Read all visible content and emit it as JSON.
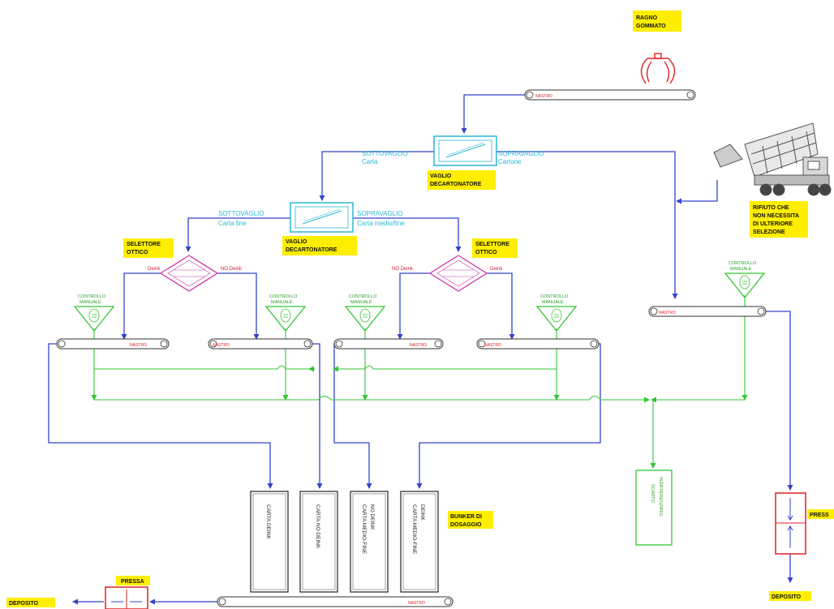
{
  "labels": {
    "ragno": [
      "RAGNO",
      "GOMMATO"
    ],
    "vaglio1": [
      "VAGLIO",
      "DECARTONATORE"
    ],
    "vaglio2": [
      "VAGLIO",
      "DECARTONATORE"
    ],
    "rifiuto": [
      "RIFIUTO CHE",
      "NON NECESSITA",
      "DI ULTERIORE",
      "SELEZIONE"
    ],
    "selettore_left": [
      "SELETTORE",
      "OTTICO"
    ],
    "selettore_right": [
      "SELETTORE",
      "OTTICO"
    ],
    "bunker": [
      "BUNKER DI",
      "DOSAGGIO"
    ],
    "pressa_bottom": "PRESSA",
    "pressa_right": "PRESS",
    "deposito_left": "DEPOSITO",
    "deposito_right": "DEPOSITO"
  },
  "flow_text": {
    "sottovaglio1": [
      "SOTTOVAGLIO",
      "Carta"
    ],
    "sopravaglio1": [
      "SOPRAVAGLIO",
      "Cartone"
    ],
    "sottovaglio2": [
      "SOTTOVAGLIO",
      "Carta fine"
    ],
    "sopravaglio2": [
      "SOPRAVAGLIO",
      "Carta medio/fine"
    ],
    "deink": "Deink",
    "no_deink": "NO Deink"
  },
  "belt_label": "NASTRO",
  "controllo_label": [
    "CONTROLLO",
    "MANUALE"
  ],
  "bunkers": [
    [
      "CARTA DEINK"
    ],
    [
      "CARTA NO DEINK"
    ],
    [
      "CARTA MEDIO-FINE",
      "NO DEINK"
    ],
    [
      "CARTA MEDIO-FINE",
      "DEINK"
    ]
  ],
  "scarto": [
    "SCARTO",
    "INDIFFERENZIATO"
  ],
  "colors": {
    "blue": "#3344cc",
    "green": "#34c534",
    "cyan": "#2ab7d6",
    "magenta": "#cc33aa",
    "red": "#dd2222",
    "yellow": "#ffee00"
  },
  "icons": [
    "grab-claw-icon",
    "dump-truck-icon",
    "operator-icon",
    "press-icon"
  ]
}
